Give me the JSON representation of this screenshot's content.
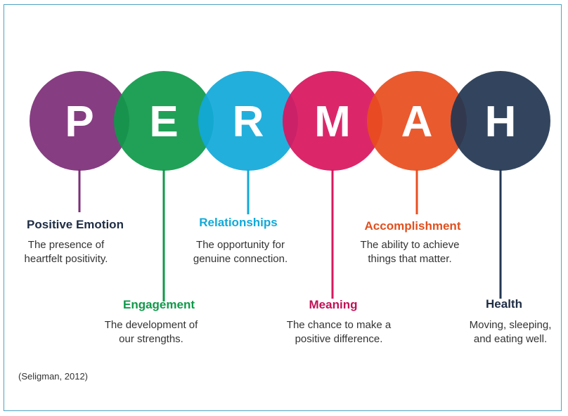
{
  "permah": {
    "pillars": [
      {
        "letter": "P",
        "title": "Positive Emotion",
        "desc": [
          "The presence of",
          "heartfelt positivity."
        ],
        "color": "#7d2e78",
        "title_color": "#1f2d44"
      },
      {
        "letter": "E",
        "title": "Engagement",
        "desc": [
          "The development of",
          "our strengths."
        ],
        "color": "#0f9a4a",
        "title_color": "#0f9a4a"
      },
      {
        "letter": "R",
        "title": "Relationships",
        "desc": [
          "The opportunity for",
          "genuine connection."
        ],
        "color": "#12a9d9",
        "title_color": "#12a9d9"
      },
      {
        "letter": "M",
        "title": "Meaning",
        "desc": [
          "The chance to make a",
          "positive difference."
        ],
        "color": "#d8175f",
        "title_color": "#c21157"
      },
      {
        "letter": "A",
        "title": "Accomplishment",
        "desc": [
          "The ability to achieve",
          "things that matter."
        ],
        "color": "#e84e1f",
        "title_color": "#e0501f"
      },
      {
        "letter": "H",
        "title": "Health",
        "desc": [
          "Moving, sleeping,",
          "and eating well."
        ],
        "color": "#233752",
        "title_color": "#1f2d44"
      }
    ],
    "citation": "(Seligman, 2012)"
  }
}
